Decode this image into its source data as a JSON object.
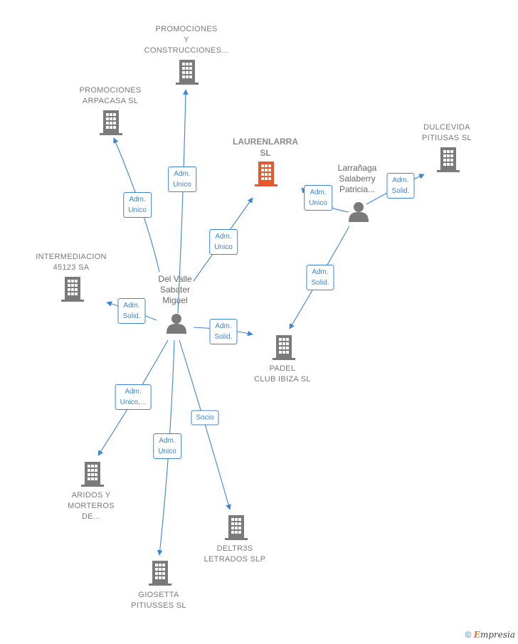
{
  "nodes": {
    "promociones_construcciones": {
      "label": "PROMOCIONES\nY\nCONSTRUCCIONES...",
      "kind": "company"
    },
    "promociones_arpacasa": {
      "label": "PROMOCIONES\nARPACASA SL",
      "kind": "company"
    },
    "laurenlarra": {
      "label": "LAURENLARRA\nSL",
      "kind": "main"
    },
    "dulcevida": {
      "label": "DULCEVIDA\nPITIUSAS  SL",
      "kind": "company"
    },
    "larranaga": {
      "label": "Larrañaga\nSalaberry\nPatricia...",
      "kind": "person"
    },
    "intermediacion": {
      "label": "INTERMEDIACION\n45123 SA",
      "kind": "company"
    },
    "del_valle": {
      "label": "Del Valle\nSabater\nMiguel",
      "kind": "person"
    },
    "padel": {
      "label": "PADEL\nCLUB IBIZA  SL",
      "kind": "company"
    },
    "aridos": {
      "label": "ARIDOS Y\nMORTEROS\nDE...",
      "kind": "company"
    },
    "deltr3s": {
      "label": "DELTR3S\nLETRADOS SLP",
      "kind": "company"
    },
    "giosetta": {
      "label": "GIOSETTA\nPITIUSSES  SL",
      "kind": "company"
    }
  },
  "edges": {
    "e1": "Adm.\nUnico",
    "e2": "Adm.\nUnico",
    "e3": "Adm.\nUnico",
    "e4": "Adm.\nUnico",
    "e5": "Adm.\nSolid.",
    "e6": "Adm.\nSolid.",
    "e7": "Adm.\nSolid.",
    "e8": "Adm.\nSolid.",
    "e9": "Adm.\nUnico,...",
    "e10": "Adm.\nUnico",
    "e11": "Socio"
  },
  "colors": {
    "edge": "#3d84d4",
    "building": "#7a7a7a",
    "main_building": "#e8562a",
    "person": "#7a7a7a"
  },
  "footer": {
    "copyright_symbol": "©",
    "brand_first": "E",
    "brand_rest": "mpresia"
  }
}
